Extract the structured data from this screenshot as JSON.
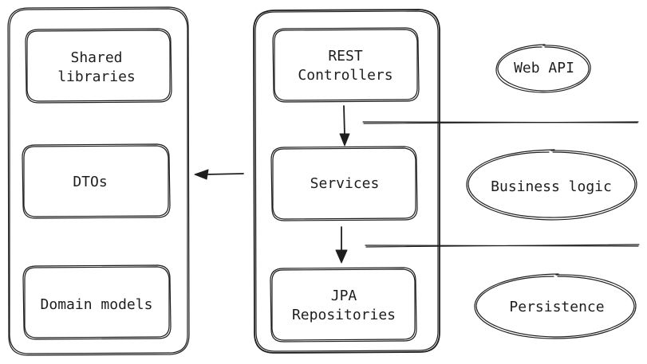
{
  "diagram": {
    "left_group": {
      "shared_libraries": [
        "Shared",
        "libraries"
      ],
      "dtos": "DTOs",
      "domain_models": "Domain models"
    },
    "right_group": {
      "rest_controllers": [
        "REST",
        "Controllers"
      ],
      "services": "Services",
      "jpa_repositories": [
        "JPA",
        "Repositories"
      ]
    },
    "layers": {
      "web_api": "Web API",
      "business_logic": "Business logic",
      "persistence": "Persistence"
    }
  },
  "colors": {
    "stroke": "#1e1e1e",
    "background": "#ffffff"
  }
}
